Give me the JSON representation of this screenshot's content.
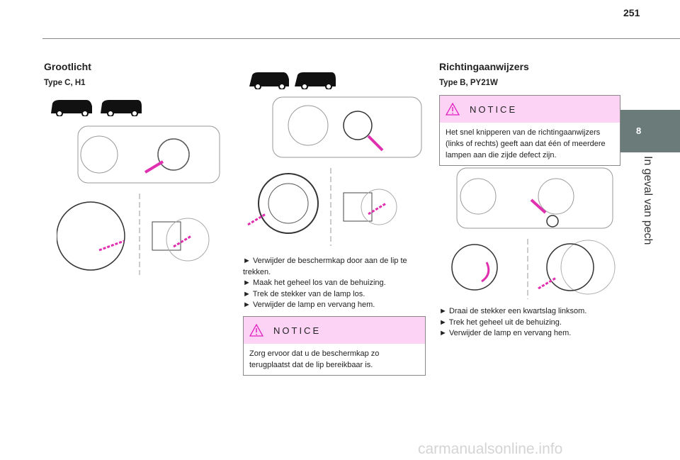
{
  "page_number": "251",
  "chapter": {
    "number": "8",
    "title": "In geval van pech"
  },
  "col1": {
    "title": "Grootlicht",
    "subtitle": "Type C, H1"
  },
  "col2": {
    "bullets": [
      "► Verwijder de beschermkap door aan de lip te trekken.",
      "► Maak het geheel los van de behuizing.",
      "► Trek de stekker van de lamp los.",
      "► Verwijder de lamp en vervang hem."
    ],
    "notice": {
      "label": "NOTICE",
      "text": "Zorg ervoor dat u de beschermkap zo terugplaatst dat de lip bereikbaar is."
    }
  },
  "col3": {
    "title": "Richtingaanwijzers",
    "subtitle": "Type B, PY21W",
    "notice": {
      "label": "NOTICE",
      "text": "Het snel knipperen van de richtingaanwijzers (links of rechts) geeft aan dat één of meerdere lampen aan die zijde defect zijn."
    },
    "bullets": [
      "►  Draai de stekker een kwartslag linksom.",
      "► Trek het geheel uit de behuizing.",
      "► Verwijder de lamp en vervang hem."
    ]
  },
  "watermark": "carmanualsonline.info",
  "colors": {
    "tab": "#6b7b7a",
    "notice_head": "#fcd2f5",
    "warning": "#e020c0",
    "arrow": "#e030b0"
  }
}
